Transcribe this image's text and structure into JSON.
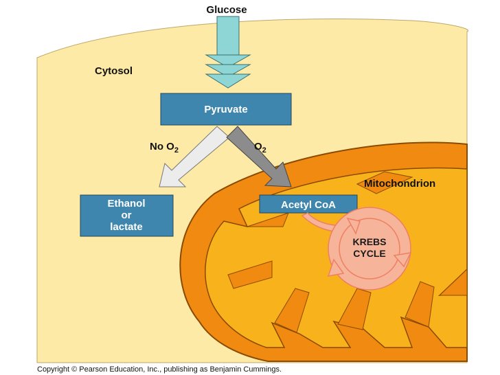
{
  "labels": {
    "glucose": "Glucose",
    "cytosol": "Cytosol",
    "pyruvate": "Pyruvate",
    "no_o2_main": "No O",
    "no_o2_sub": "2",
    "o2_main": "O",
    "o2_sub": "2",
    "mitochondrion": "Mitochondrion",
    "ethanol_line1": "Ethanol",
    "ethanol_line2": "or",
    "ethanol_line3": "lactate",
    "acetyl_coa": "Acetyl CoA",
    "krebs_line1": "KREBS",
    "krebs_line2": "CYCLE",
    "copyright": "Copyright © Pearson Education, Inc., publishing as Benjamin Cummings."
  },
  "colors": {
    "cytosol": "#fdeaa6",
    "box_blue": "#3f86ae",
    "glucose_arrow": "#8ed6d6",
    "left_arrow": "#ececec",
    "right_arrow": "#8c8c8c",
    "mito_outer": "#f08a10",
    "mito_matrix": "#f7b21c",
    "krebs_fill": "#f6b49a",
    "krebs_stroke": "#ef7f62"
  }
}
